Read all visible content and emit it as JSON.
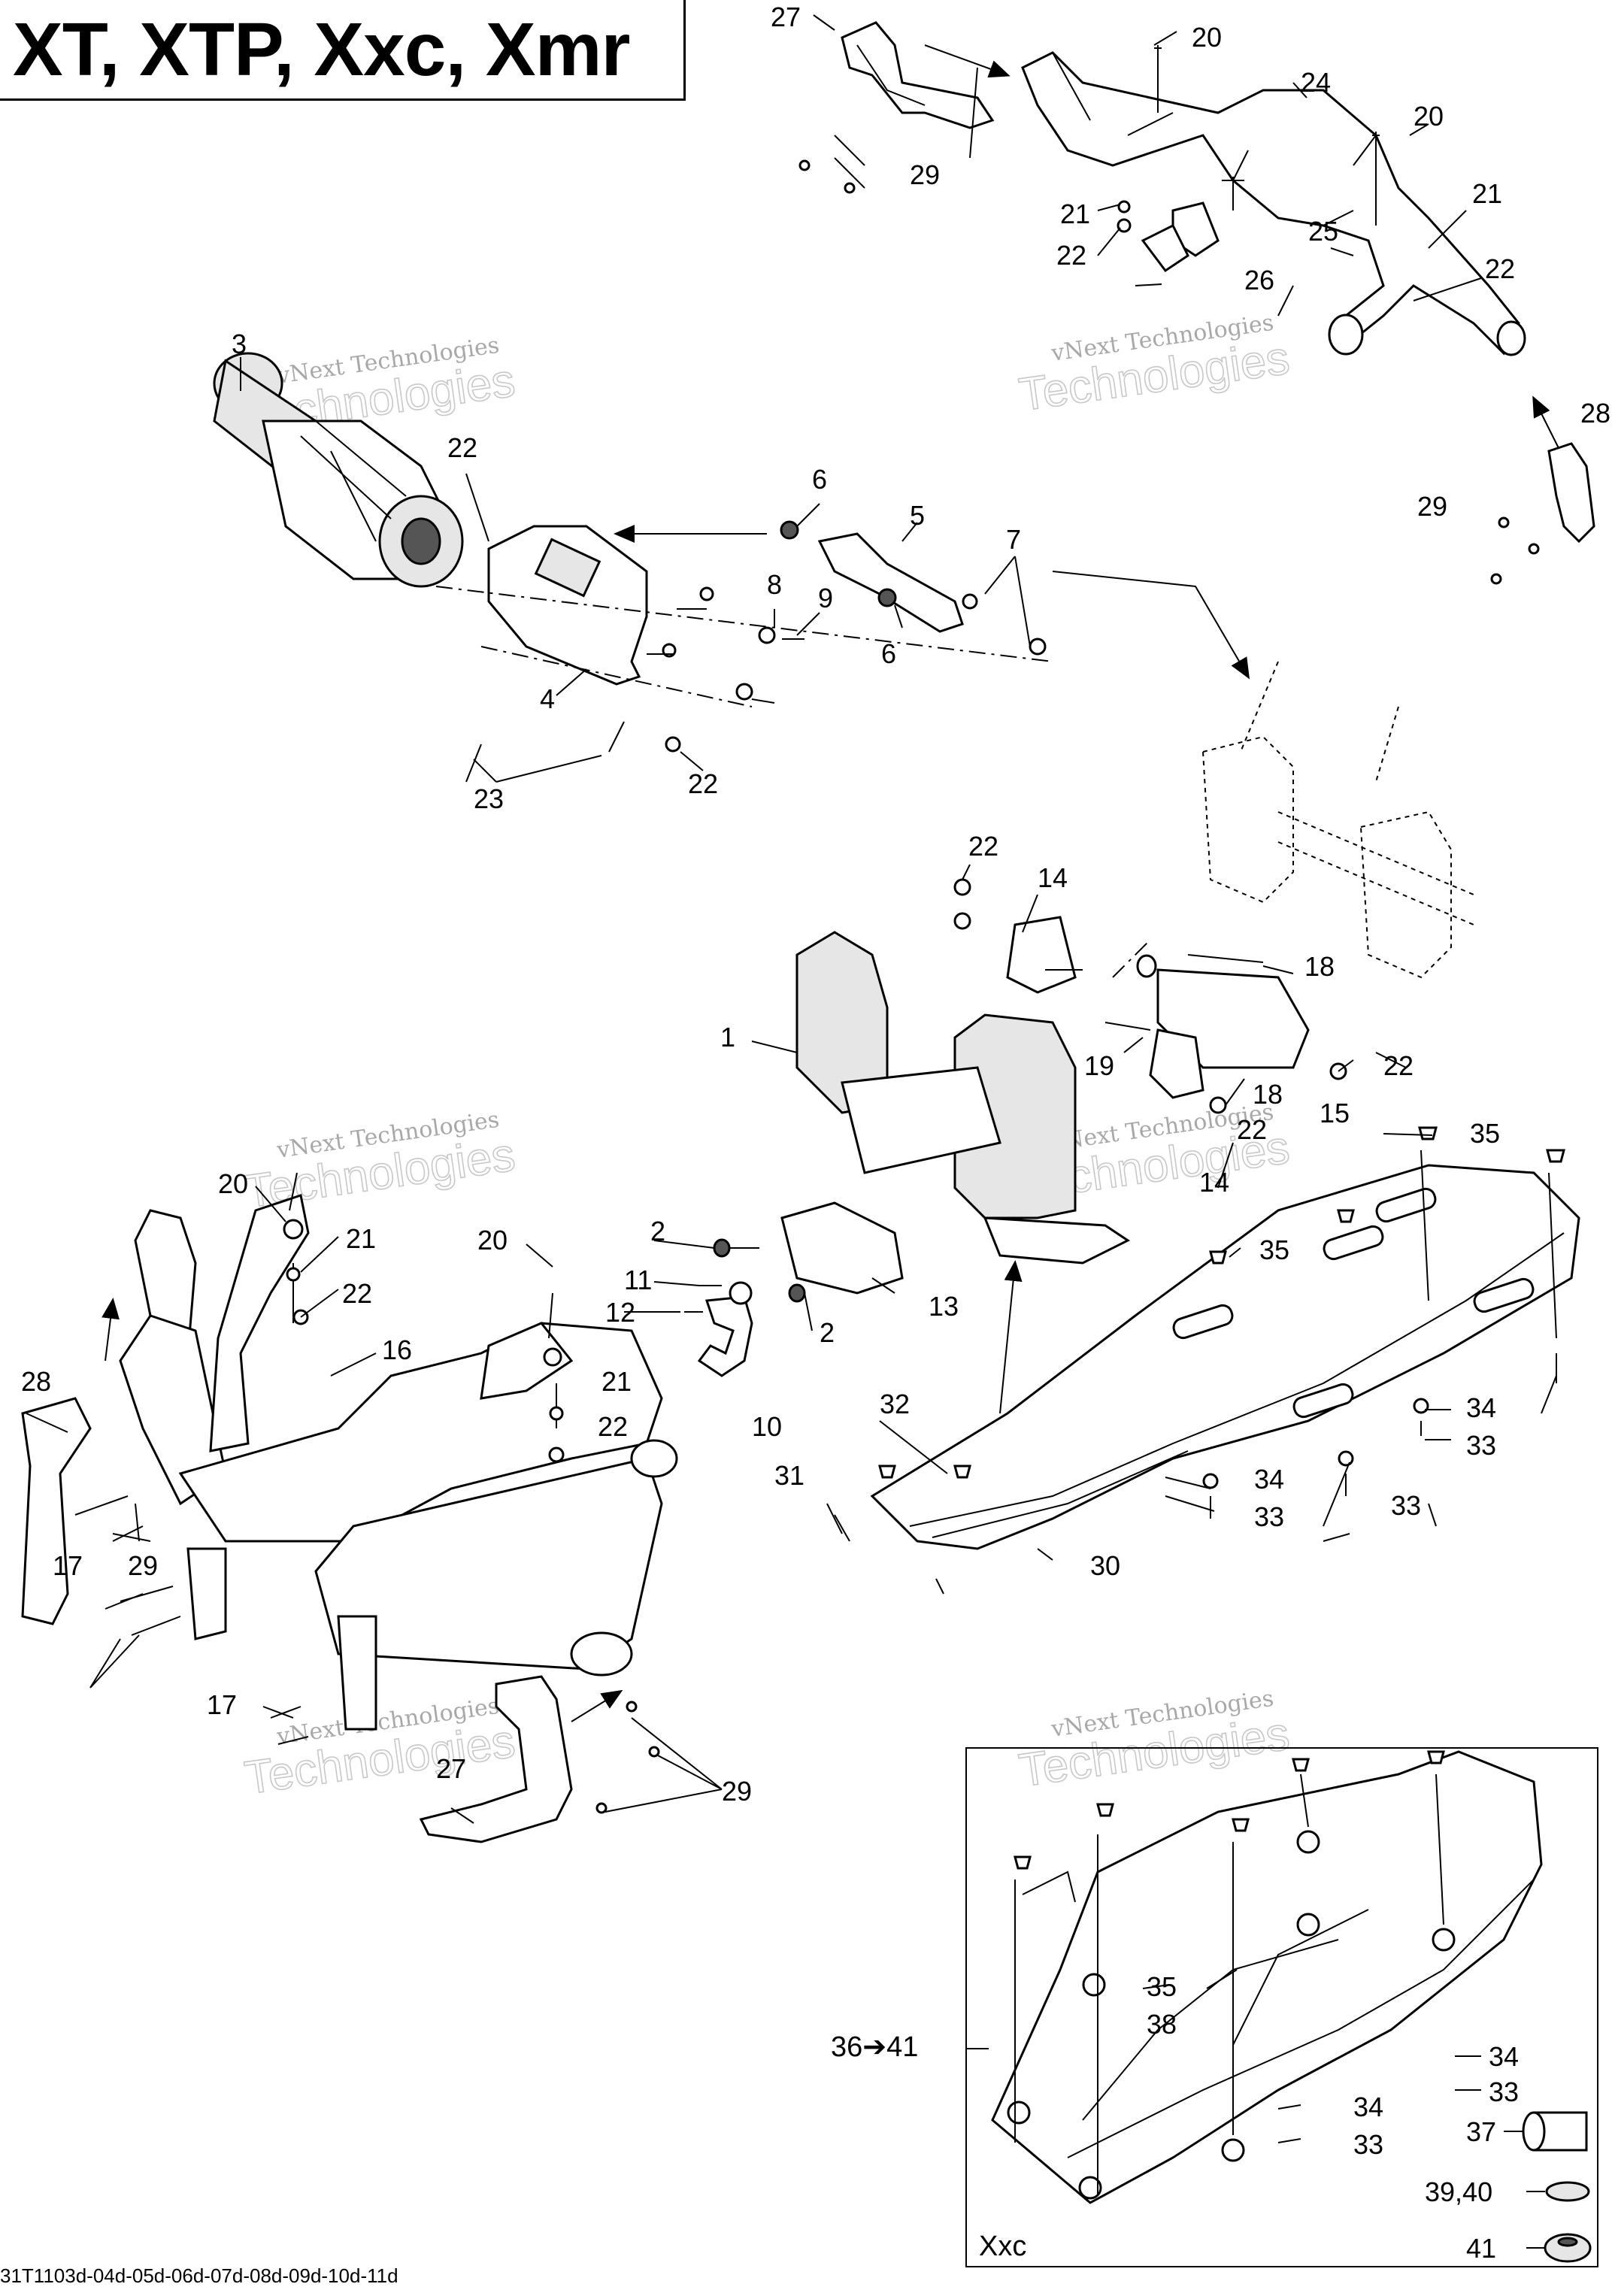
{
  "title": "XT, XTP, Xxc, Xmr",
  "drawing_code": "31T1103d-04d-05d-06d-07d-08d-09d-10d-11d",
  "inset_label": "Xxc",
  "watermark": {
    "line1": "vNext Technologies",
    "line2": "Technologies"
  },
  "callouts": [
    {
      "id": "c27a",
      "text": "27"
    },
    {
      "id": "c20a",
      "text": "20"
    },
    {
      "id": "c24",
      "text": "24"
    },
    {
      "id": "c20b",
      "text": "20"
    },
    {
      "id": "c29a",
      "text": "29"
    },
    {
      "id": "c21a",
      "text": "21"
    },
    {
      "id": "c21b",
      "text": "21"
    },
    {
      "id": "c25",
      "text": "25"
    },
    {
      "id": "c22a",
      "text": "22"
    },
    {
      "id": "c22b",
      "text": "22"
    },
    {
      "id": "c26",
      "text": "26"
    },
    {
      "id": "c3",
      "text": "3"
    },
    {
      "id": "c28a",
      "text": "28"
    },
    {
      "id": "c29b",
      "text": "29"
    },
    {
      "id": "c22c",
      "text": "22"
    },
    {
      "id": "c6a",
      "text": "6"
    },
    {
      "id": "c5",
      "text": "5"
    },
    {
      "id": "c7",
      "text": "7"
    },
    {
      "id": "c8",
      "text": "8"
    },
    {
      "id": "c9",
      "text": "9"
    },
    {
      "id": "c6b",
      "text": "6"
    },
    {
      "id": "c4",
      "text": "4"
    },
    {
      "id": "c23",
      "text": "23"
    },
    {
      "id": "c22d",
      "text": "22"
    },
    {
      "id": "c22e",
      "text": "22"
    },
    {
      "id": "c14a",
      "text": "14"
    },
    {
      "id": "c18a",
      "text": "18"
    },
    {
      "id": "c1",
      "text": "1"
    },
    {
      "id": "c19",
      "text": "19"
    },
    {
      "id": "c18b",
      "text": "18"
    },
    {
      "id": "c22f",
      "text": "22"
    },
    {
      "id": "c22g",
      "text": "22"
    },
    {
      "id": "c15",
      "text": "15"
    },
    {
      "id": "c14b",
      "text": "14"
    },
    {
      "id": "c35a",
      "text": "35"
    },
    {
      "id": "c20c",
      "text": "20"
    },
    {
      "id": "c21c",
      "text": "21"
    },
    {
      "id": "c22h",
      "text": "22"
    },
    {
      "id": "c20d",
      "text": "20"
    },
    {
      "id": "c2a",
      "text": "2"
    },
    {
      "id": "c35b",
      "text": "35"
    },
    {
      "id": "c11",
      "text": "11"
    },
    {
      "id": "c12",
      "text": "12"
    },
    {
      "id": "c13",
      "text": "13"
    },
    {
      "id": "c2b",
      "text": "2"
    },
    {
      "id": "c16",
      "text": "16"
    },
    {
      "id": "c28b",
      "text": "28"
    },
    {
      "id": "c21d",
      "text": "21"
    },
    {
      "id": "c22i",
      "text": "22"
    },
    {
      "id": "c10",
      "text": "10"
    },
    {
      "id": "c32",
      "text": "32"
    },
    {
      "id": "c34a",
      "text": "34"
    },
    {
      "id": "c33a",
      "text": "33"
    },
    {
      "id": "c29c",
      "text": "29"
    },
    {
      "id": "c31",
      "text": "31"
    },
    {
      "id": "c34b",
      "text": "34"
    },
    {
      "id": "c33b",
      "text": "33"
    },
    {
      "id": "c33c",
      "text": "33"
    },
    {
      "id": "c30",
      "text": "30"
    },
    {
      "id": "c17a",
      "text": "17"
    },
    {
      "id": "c17b",
      "text": "17"
    },
    {
      "id": "c27b",
      "text": "27"
    },
    {
      "id": "c29d",
      "text": "29"
    },
    {
      "id": "c35c",
      "text": "35"
    },
    {
      "id": "c38",
      "text": "38"
    },
    {
      "id": "c3641",
      "text": "36➔41"
    },
    {
      "id": "c34c",
      "text": "34"
    },
    {
      "id": "c33d",
      "text": "33"
    },
    {
      "id": "c34d",
      "text": "34"
    },
    {
      "id": "c33e",
      "text": "33"
    },
    {
      "id": "c37",
      "text": "37"
    },
    {
      "id": "c3940",
      "text": "39,40"
    },
    {
      "id": "c41",
      "text": "41"
    }
  ]
}
